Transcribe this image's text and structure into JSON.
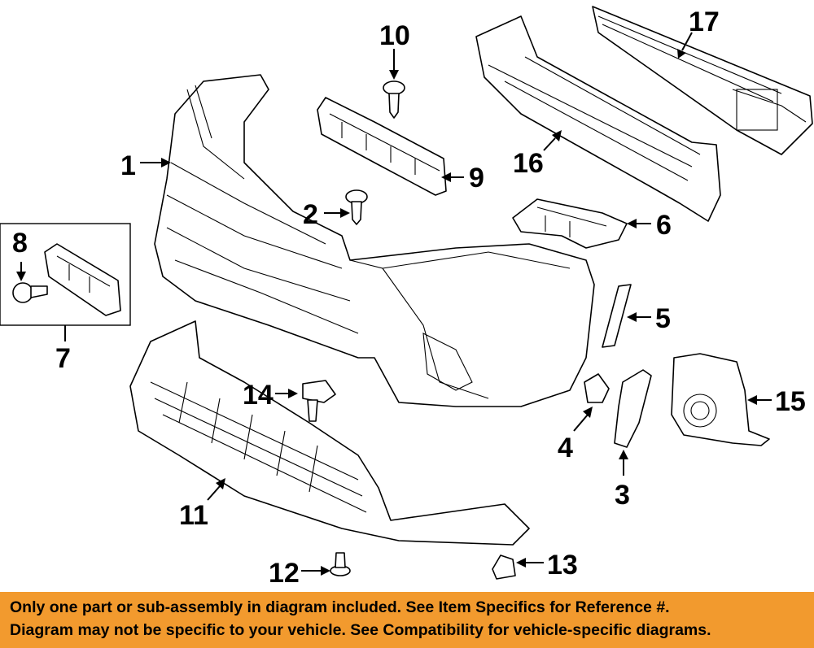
{
  "callouts": {
    "c1": "1",
    "c2": "2",
    "c3": "3",
    "c4": "4",
    "c5": "5",
    "c6": "6",
    "c7": "7",
    "c8": "8",
    "c9": "9",
    "c10": "10",
    "c11": "11",
    "c12": "12",
    "c13": "13",
    "c14": "14",
    "c15": "15",
    "c16": "16",
    "c17": "17"
  },
  "banner": {
    "line1": "Only one part or sub-assembly in diagram included. See Item Specifics for Reference #.",
    "line2": "Diagram may not be specific to your vehicle. See Compatibility for vehicle-specific diagrams.",
    "background_color": "#f29a2e"
  }
}
